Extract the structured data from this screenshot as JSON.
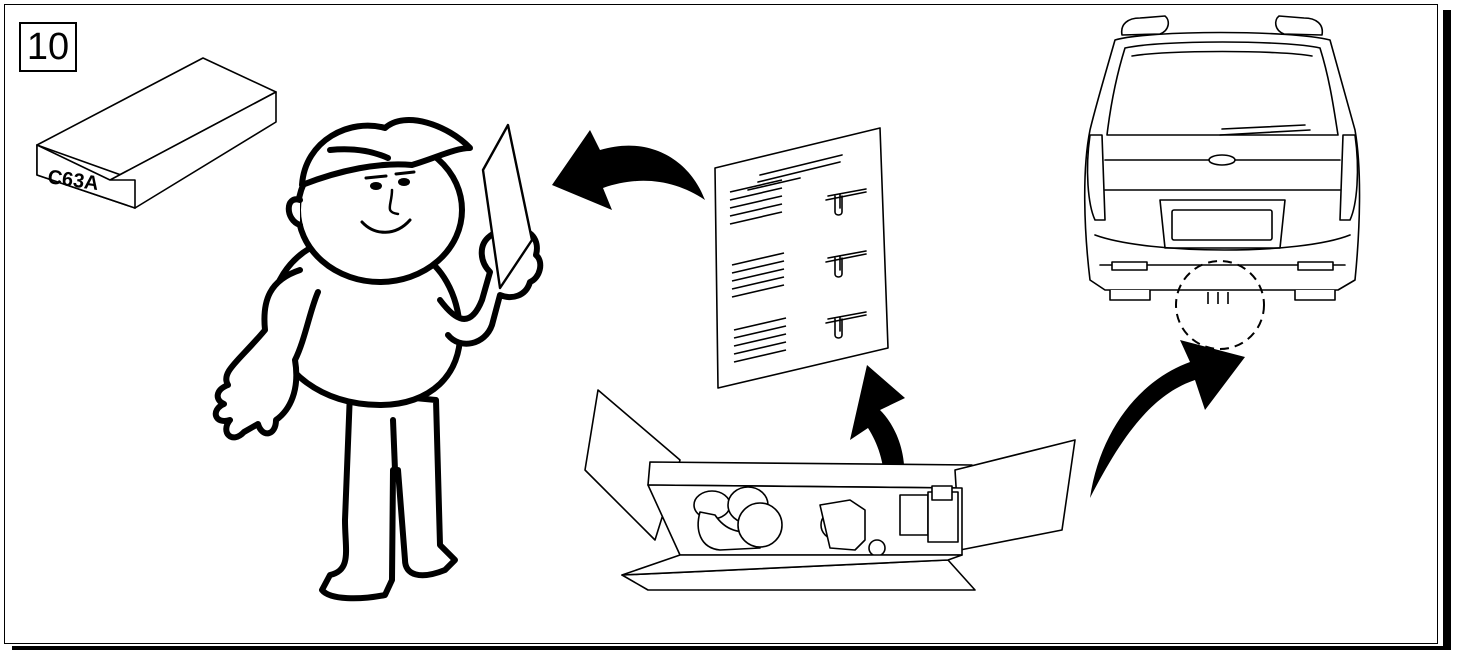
{
  "step_number": "10",
  "box_label": "C63A",
  "colors": {
    "ink": "#000000",
    "paper": "#ffffff"
  },
  "icons": [
    "kit-box",
    "mechanic-figure",
    "instruction-sheet",
    "open-parts-box",
    "vehicle-rear-view",
    "curved-arrow",
    "dashed-circle-highlight"
  ]
}
